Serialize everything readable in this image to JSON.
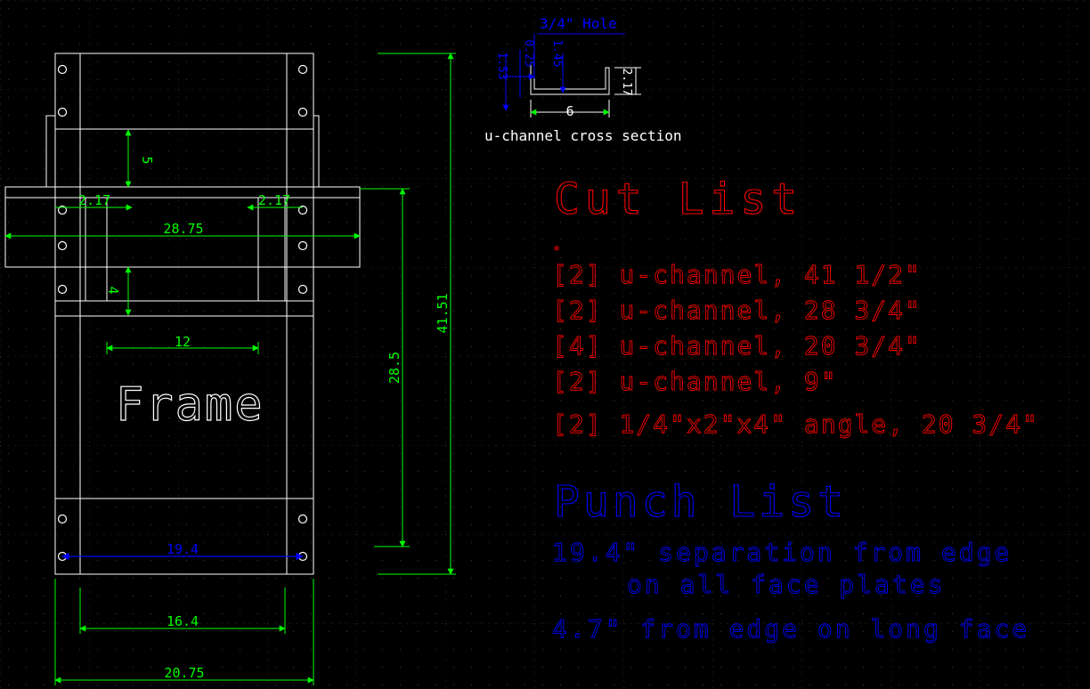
{
  "colors": {
    "background": "#000000",
    "grid": "#3a3a3a",
    "geometry": "#ffffff",
    "dimension": "#00ff00",
    "dimension_blue": "#0000ff",
    "cut_list": "#ff0000",
    "punch_list": "#0000ff",
    "hole_label": "#0000ff"
  },
  "frame": {
    "label": "Frame",
    "dims": {
      "top_gap": "5",
      "left_flange": "2.17",
      "right_flange": "2.17",
      "overall_width": "28.75",
      "bottom_gap": "4",
      "inner_span": "12",
      "height_inner": "28.5",
      "height_overall": "41.51",
      "hole_separation": "19.4",
      "base_inner": "16.4",
      "base_outer": "20.75"
    }
  },
  "cross_section": {
    "hole_label": "3/4\" Hole",
    "dim_a": "1.53",
    "dim_b": "0.25",
    "dim_c": "1.45",
    "height": "2.17",
    "width": "6",
    "caption": "u-channel cross section"
  },
  "cut_list": {
    "title": "Cut List",
    "items": [
      "[2] u-channel, 41 1/2\"",
      "[2] u-channel, 28 3/4\"",
      "[4] u-channel, 20 3/4\"",
      "[2] u-channel, 9\"",
      "[2] 1/4\"x2\"x4\" angle, 20 3/4\""
    ]
  },
  "punch_list": {
    "title": "Punch List",
    "items": [
      "19.4\" separation from edge",
      "on all face plates",
      "4.7\" from edge on long face"
    ]
  }
}
